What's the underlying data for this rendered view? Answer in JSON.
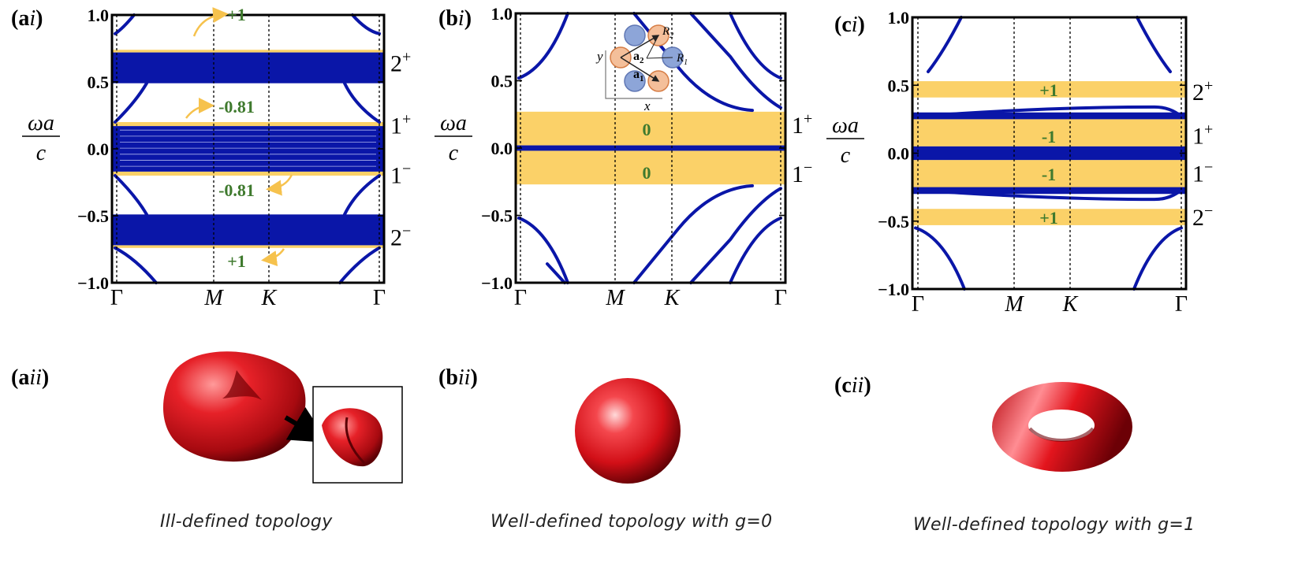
{
  "panels_top": [
    {
      "tag_bold": "(a",
      "tag_ital": "i",
      "tag_close": ")",
      "right_labels": [
        {
          "y": 0.65,
          "base": "2",
          "sup": "+"
        },
        {
          "y": 0.185,
          "base": "1",
          "sup": "+"
        },
        {
          "y": -0.185,
          "base": "1",
          "sup": "−"
        },
        {
          "y": -0.65,
          "base": "2",
          "sup": "−"
        }
      ],
      "numbers": [
        "+1",
        "-0.81",
        "-0.81",
        "+1"
      ]
    },
    {
      "tag_bold": "(b",
      "tag_ital": "i",
      "tag_close": ")",
      "right_labels": [
        {
          "y": 0.18,
          "base": "1",
          "sup": "+"
        },
        {
          "y": -0.18,
          "base": "1",
          "sup": "−"
        }
      ],
      "numbers": [
        "0",
        "0"
      ]
    },
    {
      "tag_bold": "(c",
      "tag_ital": "i",
      "tag_close": ")",
      "right_labels": [
        {
          "y": 0.46,
          "base": "2",
          "sup": "+"
        },
        {
          "y": 0.14,
          "base": "1",
          "sup": "+"
        },
        {
          "y": -0.14,
          "base": "1",
          "sup": "−"
        },
        {
          "y": -0.46,
          "base": "2",
          "sup": "−"
        }
      ],
      "numbers": [
        "+1",
        "-1",
        "-1",
        "+1"
      ]
    }
  ],
  "ylabel_num": "ωa",
  "ylabel_den": "c",
  "yticks": [
    "1.0",
    "0.5",
    "0.0",
    "−0.5",
    "−1.0"
  ],
  "xticks": [
    "Γ",
    "M",
    "K",
    "Γ"
  ],
  "inset_labels": {
    "a1": "a",
    "a1_sub": "1",
    "a2": "a",
    "a2_sub": "2",
    "r1": "R",
    "r1_sub": "1",
    "r2": "R",
    "r2_sub": "2",
    "x": "x",
    "y": "y"
  },
  "bottom_tags": [
    {
      "bold": "(a",
      "ital": "ii",
      "close": ")"
    },
    {
      "bold": "(b",
      "ital": "ii",
      "close": ")"
    },
    {
      "bold": "(c",
      "ital": "ii",
      "close": ")"
    }
  ],
  "captions": [
    "Ill-defined topology",
    "Well-defined topology with g=0",
    "Well-defined topology with g=1"
  ],
  "colors": {
    "band": "#0a16a8",
    "gap": "#fbd168",
    "number": "#3f7a2e",
    "arrow": "#f6c24d",
    "surface": "#e0141b"
  },
  "chart_data": [
    {
      "type": "line",
      "x": [
        "Γ",
        "M",
        "K",
        "Γ"
      ],
      "ylim": [
        -1.0,
        1.0
      ],
      "ylabel": "ωa/c",
      "gaps": [
        {
          "range": [
            0.72,
            0.74
          ],
          "label": "+1"
        },
        {
          "range": [
            0.17,
            0.2
          ],
          "label": "-0.81"
        },
        {
          "range": [
            -0.2,
            -0.17
          ],
          "label": "-0.81"
        },
        {
          "range": [
            -0.74,
            -0.72
          ],
          "label": "+1"
        }
      ],
      "bulk_bands": [
        [
          0.49,
          0.72
        ],
        [
          -0.17,
          0.17
        ],
        [
          -0.72,
          -0.49
        ]
      ],
      "band_labels": [
        "2+",
        "1+",
        "1−",
        "2−"
      ]
    },
    {
      "type": "line",
      "x": [
        "Γ",
        "M",
        "K",
        "Γ"
      ],
      "ylim": [
        -1.0,
        1.0
      ],
      "ylabel": "ωa/c",
      "gaps": [
        {
          "range": [
            0.02,
            0.27
          ],
          "label": "0"
        },
        {
          "range": [
            -0.27,
            -0.02
          ],
          "label": "0"
        }
      ],
      "bulk_bands": [
        [
          -0.02,
          0.02
        ]
      ],
      "band_labels": [
        "1+",
        "1−"
      ]
    },
    {
      "type": "line",
      "x": [
        "Γ",
        "M",
        "K",
        "Γ"
      ],
      "ylim": [
        -1.0,
        1.0
      ],
      "ylabel": "ωa/c",
      "gaps": [
        {
          "range": [
            0.41,
            0.53
          ],
          "label": "+1"
        },
        {
          "range": [
            0.05,
            0.26
          ],
          "label": "-1"
        },
        {
          "range": [
            -0.26,
            -0.05
          ],
          "label": "-1"
        },
        {
          "range": [
            -0.53,
            -0.41
          ],
          "label": "+1"
        }
      ],
      "bulk_bands": [
        [
          -0.05,
          0.05
        ],
        [
          0.25,
          0.3
        ],
        [
          -0.3,
          -0.25
        ]
      ],
      "band_labels": [
        "2+",
        "1+",
        "1−",
        "2−"
      ]
    }
  ]
}
